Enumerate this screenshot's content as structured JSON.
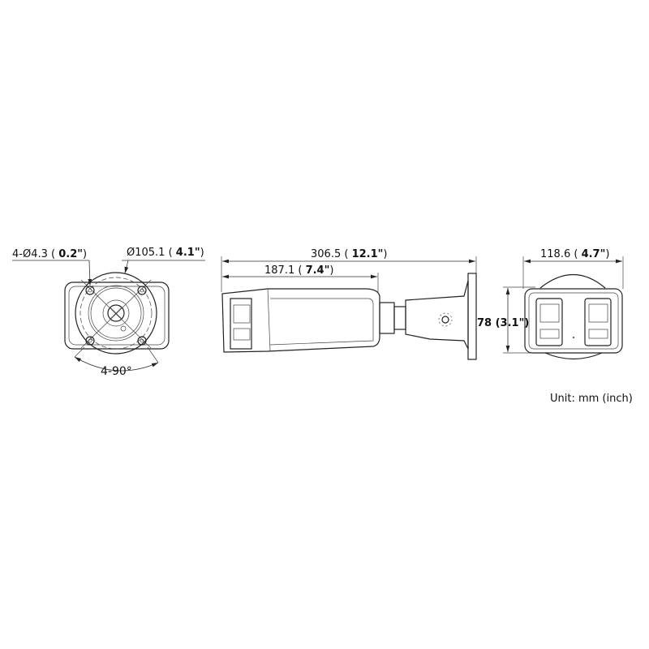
{
  "side_view": {
    "hole_label": {
      "main": "4-Ø4.3 ( ",
      "bold": "0.2\"",
      "end": ")"
    },
    "diameter_label": {
      "main": "Ø105.1 ( ",
      "bold": "4.1\"",
      "end": ")"
    },
    "angle_label": "4-90°"
  },
  "profile_view": {
    "total_length": {
      "main": "306.5 ( ",
      "bold": "12.1\"",
      "end": ")"
    },
    "body_length": {
      "main": "187.1 ( ",
      "bold": "7.4\"",
      "end": ")"
    }
  },
  "front_view": {
    "width_label": {
      "main": "118.6 ( ",
      "bold": "4.7\"",
      "end": ")"
    },
    "height_label": "78 (3.1\")"
  },
  "unit_label": "Unit: mm (inch)"
}
